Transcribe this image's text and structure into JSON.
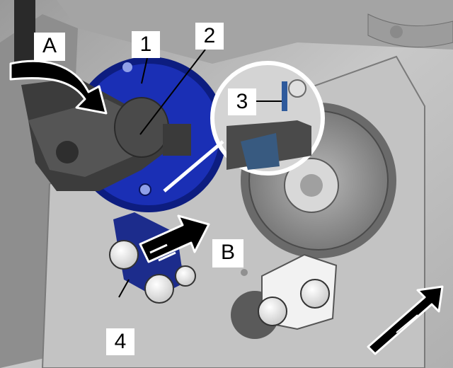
{
  "figure": {
    "callouts": {
      "one": "1",
      "two": "2",
      "three": "3",
      "four": "4",
      "a": "A",
      "b": "B"
    },
    "colors": {
      "background": "#c9c9c9",
      "engine_block": "#b3b3b3",
      "highlight_blue": "#1a2fb5",
      "arrow_fill": "#000000",
      "arrow_outline": "#ffffff",
      "label_box": "#ffffff"
    },
    "icons": {
      "rotation_arrow": "curved-arrow-icon",
      "direction_arrow": "push-arrow-icon",
      "vehicle_direction": "vehicle-front-arrow-icon"
    }
  }
}
